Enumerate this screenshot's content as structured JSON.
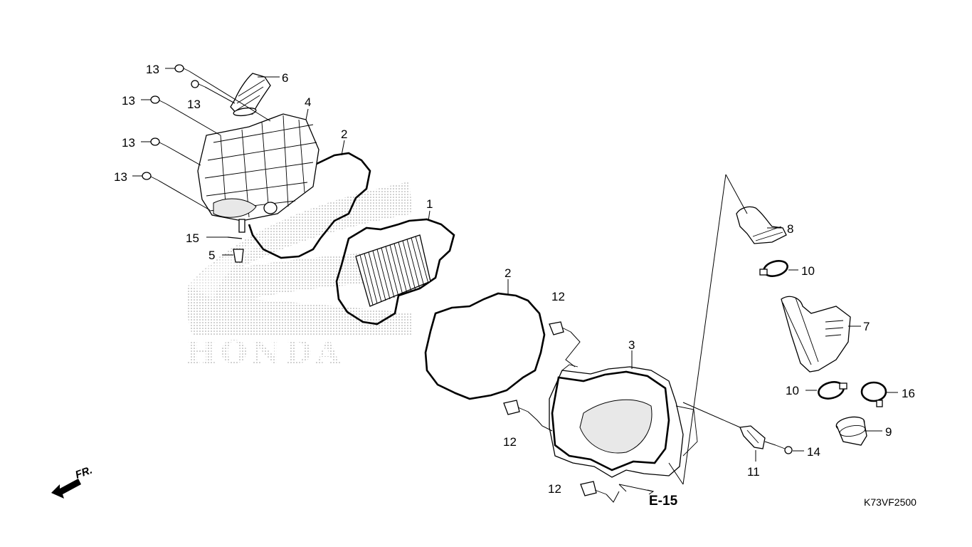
{
  "diagram": {
    "watermark_text": "HONDA",
    "reference_label": "E-15",
    "drawing_code": "K73VF2500",
    "direction_label": "FR.",
    "callouts": {
      "c1": "1",
      "c2a": "2",
      "c2b": "2",
      "c3": "3",
      "c4": "4",
      "c5": "5",
      "c6": "6",
      "c7": "7",
      "c8": "8",
      "c9": "9",
      "c10a": "10",
      "c10b": "10",
      "c11": "11",
      "c12a": "12",
      "c12b": "12",
      "c12c": "12",
      "c13a": "13",
      "c13b": "13",
      "c13c": "13",
      "c13d": "13",
      "c13e": "13",
      "c14": "14",
      "c15": "15",
      "c16": "16"
    }
  }
}
